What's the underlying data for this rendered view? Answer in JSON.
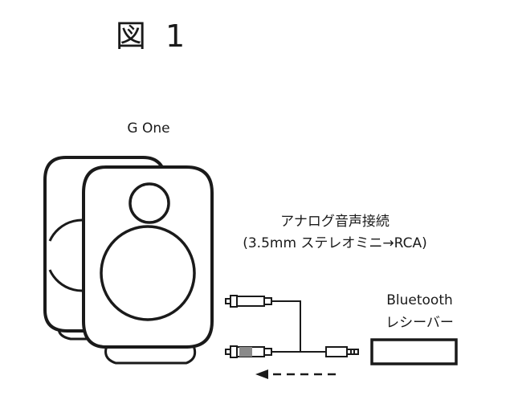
{
  "figure": {
    "title": "図 1"
  },
  "speaker": {
    "label": "G One"
  },
  "connection": {
    "line1": "アナログ音声接続",
    "line2": "(3.5mm ステレオミニ→RCA)"
  },
  "receiver": {
    "line1": "Bluetooth",
    "line2": "レシーバー"
  },
  "colors": {
    "stroke": "#1a1a1a",
    "fill": "#ffffff",
    "rca_red_band": "#8a8a8a"
  },
  "icons": [
    "speaker-rear-icon",
    "speaker-front-icon",
    "rca-plug-icon",
    "stereo-mini-plug-icon",
    "bluetooth-receiver-icon",
    "signal-direction-arrow-icon"
  ]
}
